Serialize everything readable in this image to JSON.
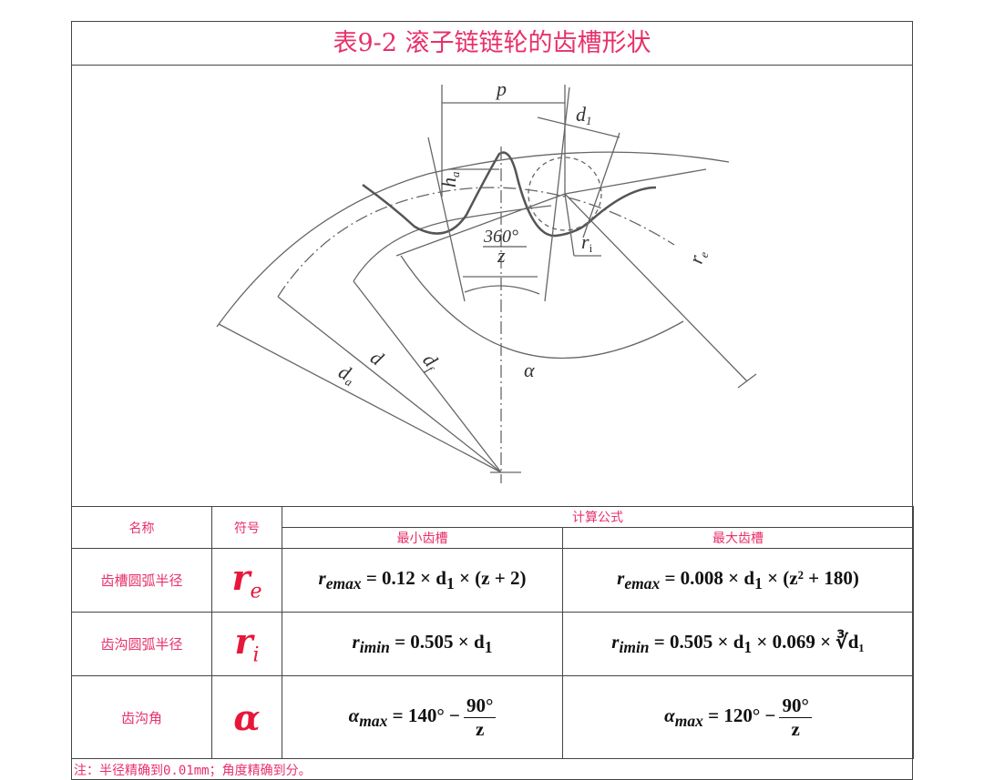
{
  "title": "表9-2 滚子链链轮的齿槽形状",
  "diagram": {
    "labels": {
      "p": "p",
      "d1": "d",
      "d1_sub": "1",
      "ha": "h",
      "ha_sub": "a",
      "angle_num": "360°",
      "angle_den": "z",
      "ri": "r",
      "ri_sub": "i",
      "re": "r",
      "re_sub": "e",
      "d": "d",
      "df": "d",
      "df_sub": "f",
      "da": "d",
      "da_sub": "a",
      "alpha": "α"
    }
  },
  "table": {
    "headers": {
      "name": "名称",
      "symbol": "符号",
      "formula": "计算公式",
      "min": "最小齿槽",
      "max": "最大齿槽"
    },
    "rows": [
      {
        "name": "齿槽圆弧半径",
        "symbol": "r",
        "symbol_sub": "e",
        "min": {
          "var": "r",
          "sub": "emax",
          "expr": "= 0.12 × d",
          "d_sub": "1",
          "tail": "× (z + 2)"
        },
        "max": {
          "var": "r",
          "sub": "emax",
          "expr": "= 0.008 × d",
          "d_sub": "1",
          "tail": "× (z² + 180)"
        }
      },
      {
        "name": "齿沟圆弧半径",
        "symbol": "r",
        "symbol_sub": "i",
        "min": {
          "var": "r",
          "sub": "imin",
          "expr": "= 0.505 × d",
          "d_sub": "1"
        },
        "max": {
          "var": "r",
          "sub": "imin",
          "expr": "= 0.505 × d",
          "d_sub": "1",
          "tail": "× 0.069 × ∛d₁"
        }
      },
      {
        "name": "齿沟角",
        "symbol": "α",
        "min": {
          "var": "α",
          "sub": "max",
          "expr": "= 140° −",
          "num": "90°",
          "den": "z"
        },
        "max": {
          "var": "α",
          "sub": "max",
          "expr": "= 120° −",
          "num": "90°",
          "den": "z"
        }
      }
    ],
    "note": "注：半径精确到0.01mm；角度精确到分。"
  },
  "colors": {
    "accent": "#e8306a",
    "line": "#444444"
  }
}
